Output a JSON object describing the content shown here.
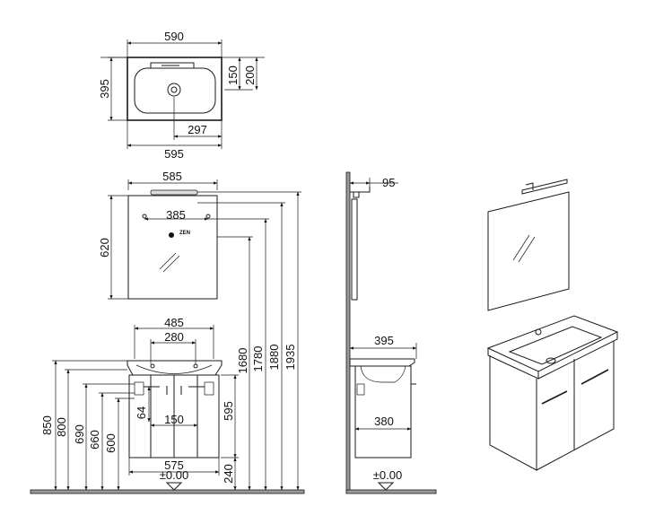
{
  "top_view": {
    "width_top": "590",
    "width_bottom": "595",
    "depth": "395",
    "tap_offset_1": "150",
    "tap_offset_2": "200",
    "drain_offset": "297"
  },
  "mirror": {
    "width": "585",
    "height": "620",
    "hole_spacing": "385",
    "logo": "ZEN"
  },
  "front": {
    "basin_width": "485",
    "inner_width": "280",
    "cabinet_width": "575",
    "door_gap": "150",
    "siphon": "64",
    "cabinet_height": "595",
    "leg_height": "240",
    "floor_level": "±0.00"
  },
  "heights": {
    "h850": "850",
    "h800": "800",
    "h690": "690",
    "h660": "660",
    "h600": "600",
    "h1680": "1680",
    "h1780": "1780",
    "h1880": "1880",
    "h1935": "1935"
  },
  "side": {
    "lamp_depth": "95",
    "total_depth": "395",
    "cabinet_depth": "380",
    "floor_level": "±0.00"
  }
}
